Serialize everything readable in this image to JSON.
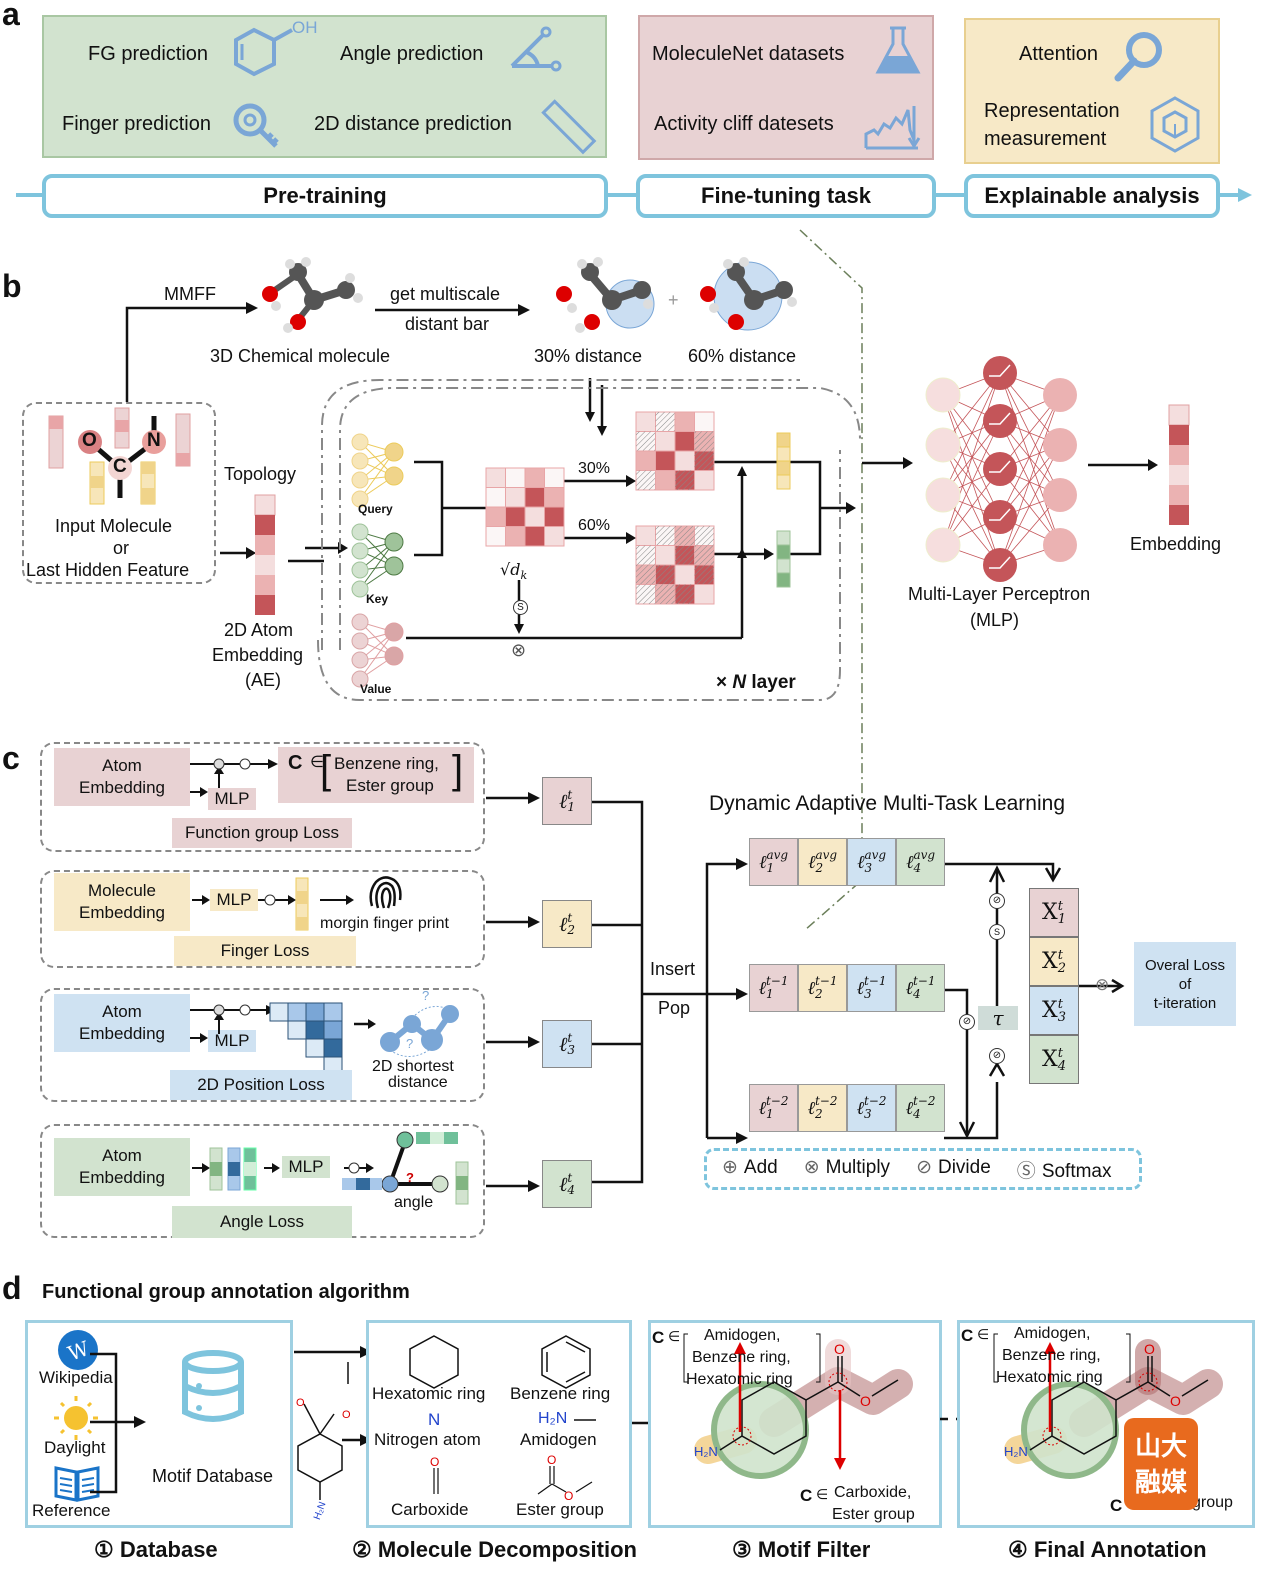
{
  "panel_a": {
    "letter": "a",
    "pretraining": {
      "items": [
        "FG prediction",
        "Angle prediction",
        "Finger prediction",
        "2D distance prediction"
      ],
      "icons": [
        "phenol-icon",
        "angle-icon",
        "key-icon",
        "ruler-icon"
      ],
      "oh_label": "OH",
      "stage_label": "Pre-training",
      "color": "#d2e3cf"
    },
    "finetuning": {
      "items": [
        "MoleculeNet datasets",
        "Activity cliff datesets"
      ],
      "icons": [
        "flask-icon",
        "cliff-chart-icon"
      ],
      "stage_label": "Fine-tuning task",
      "color": "#e8d2d3"
    },
    "explainable": {
      "items": [
        "Attention",
        "Representation",
        "measurement"
      ],
      "icons": [
        "magnifier-icon",
        "cube-icon"
      ],
      "stage_label": "Explainable analysis",
      "color": "#f7e9c7"
    }
  },
  "panel_b": {
    "letter": "b",
    "mmff": "MMFF",
    "mol3d_label": "3D Chemical molecule",
    "multiscale_top": "get multiscale",
    "multiscale_bottom": "distant bar",
    "dist30_label": "30% distance",
    "dist60_label": "60% distance",
    "plus": "+",
    "input_line1": "Input Molecule",
    "input_line2": "or",
    "input_line3": "Last Hidden Feature",
    "atoms": [
      "O",
      "C",
      "N"
    ],
    "topology": "Topology",
    "ae_line1": "2D Atom",
    "ae_line2": "Embedding",
    "ae_line3": "(AE)",
    "query": "Query",
    "key": "Key",
    "value": "Value",
    "pct30": "30%",
    "pct60": "60%",
    "sqrt_dk": "√d",
    "sqrt_sub": "k",
    "softmax_sym": "S",
    "multiply_sym": "⊗",
    "n_layer_prefix": "×",
    "n_layer_n": "N",
    "n_layer_suffix": "layer",
    "mlp_line1": "Multi-Layer Perceptron",
    "mlp_line2": "(MLP)",
    "embedding": "Embedding"
  },
  "panel_c": {
    "letter": "c",
    "tasks": [
      {
        "input_line1": "Atom",
        "input_line2": "Embedding",
        "mlp": "MLP",
        "loss": "Function group Loss",
        "result_line1": "Benzene ring,",
        "result_line2": "Ester group",
        "loss_symbol": "ℓ",
        "index": "1",
        "color": "#e8d2d3"
      },
      {
        "input_line1": "Molecule",
        "input_line2": "Embedding",
        "mlp": "MLP",
        "loss": "Finger Loss",
        "result_line1": "morgin finger print",
        "loss_symbol": "ℓ",
        "index": "2",
        "color": "#f7e9c7"
      },
      {
        "input_line1": "Atom",
        "input_line2": "Embedding",
        "mlp": "MLP",
        "loss": "2D Position Loss",
        "result_line1": "2D shortest",
        "result_line2": "distance",
        "loss_symbol": "ℓ",
        "index": "3",
        "color": "#cfe2f2"
      },
      {
        "input_line1": "Atom",
        "input_line2": "Embedding",
        "mlp": "MLP",
        "loss": "Angle Loss",
        "result_line1": "angle",
        "loss_symbol": "ℓ",
        "index": "4",
        "color": "#d2e3cf"
      }
    ],
    "superscript_t": "t",
    "c_symbol": "C",
    "in_symbol": "∈",
    "question": "?",
    "dynamic_title": "Dynamic Adaptive Multi-Task Learning",
    "insert": "Insert",
    "pop": "Pop",
    "rows": [
      {
        "sup": "avg"
      },
      {
        "sup": "t−1"
      },
      {
        "sup": "t−2"
      }
    ],
    "tau": "τ",
    "x_symbol": "X",
    "overall_line1": "Overal Loss",
    "overall_line2": "of",
    "overall_line3": "t-iteration",
    "legend": [
      {
        "sym": "⊕",
        "label": "Add"
      },
      {
        "sym": "⊗",
        "label": "Multiply"
      },
      {
        "sym": "⊘",
        "label": "Divide"
      },
      {
        "sym": "Ⓢ",
        "label": "Softmax"
      }
    ]
  },
  "panel_d": {
    "letter": "d",
    "title": "Functional group annotation algorithm",
    "sources": [
      "Wikipedia",
      "Daylight",
      "Reference"
    ],
    "motif_db": "Motif Database",
    "h2n": "H₂N",
    "motifs": [
      "Hexatomic ring",
      "Benzene ring",
      "Nitrogen atom",
      "Amidogen",
      "Carboxide",
      "Ester group"
    ],
    "n_sym": "N",
    "o_sym": "O",
    "bracket1": [
      "Amidogen,",
      "Benzene ring,",
      "Hexatomic ring"
    ],
    "bracket2": [
      "Carboxide,",
      "Ester group"
    ],
    "bracket2_partial": "group",
    "captions": [
      "① Database",
      "② Molecule Decomposition",
      "③ Motif Filter",
      "④ Final Annotation"
    ],
    "watermark_line1": "山大",
    "watermark_line2": "融媒"
  }
}
